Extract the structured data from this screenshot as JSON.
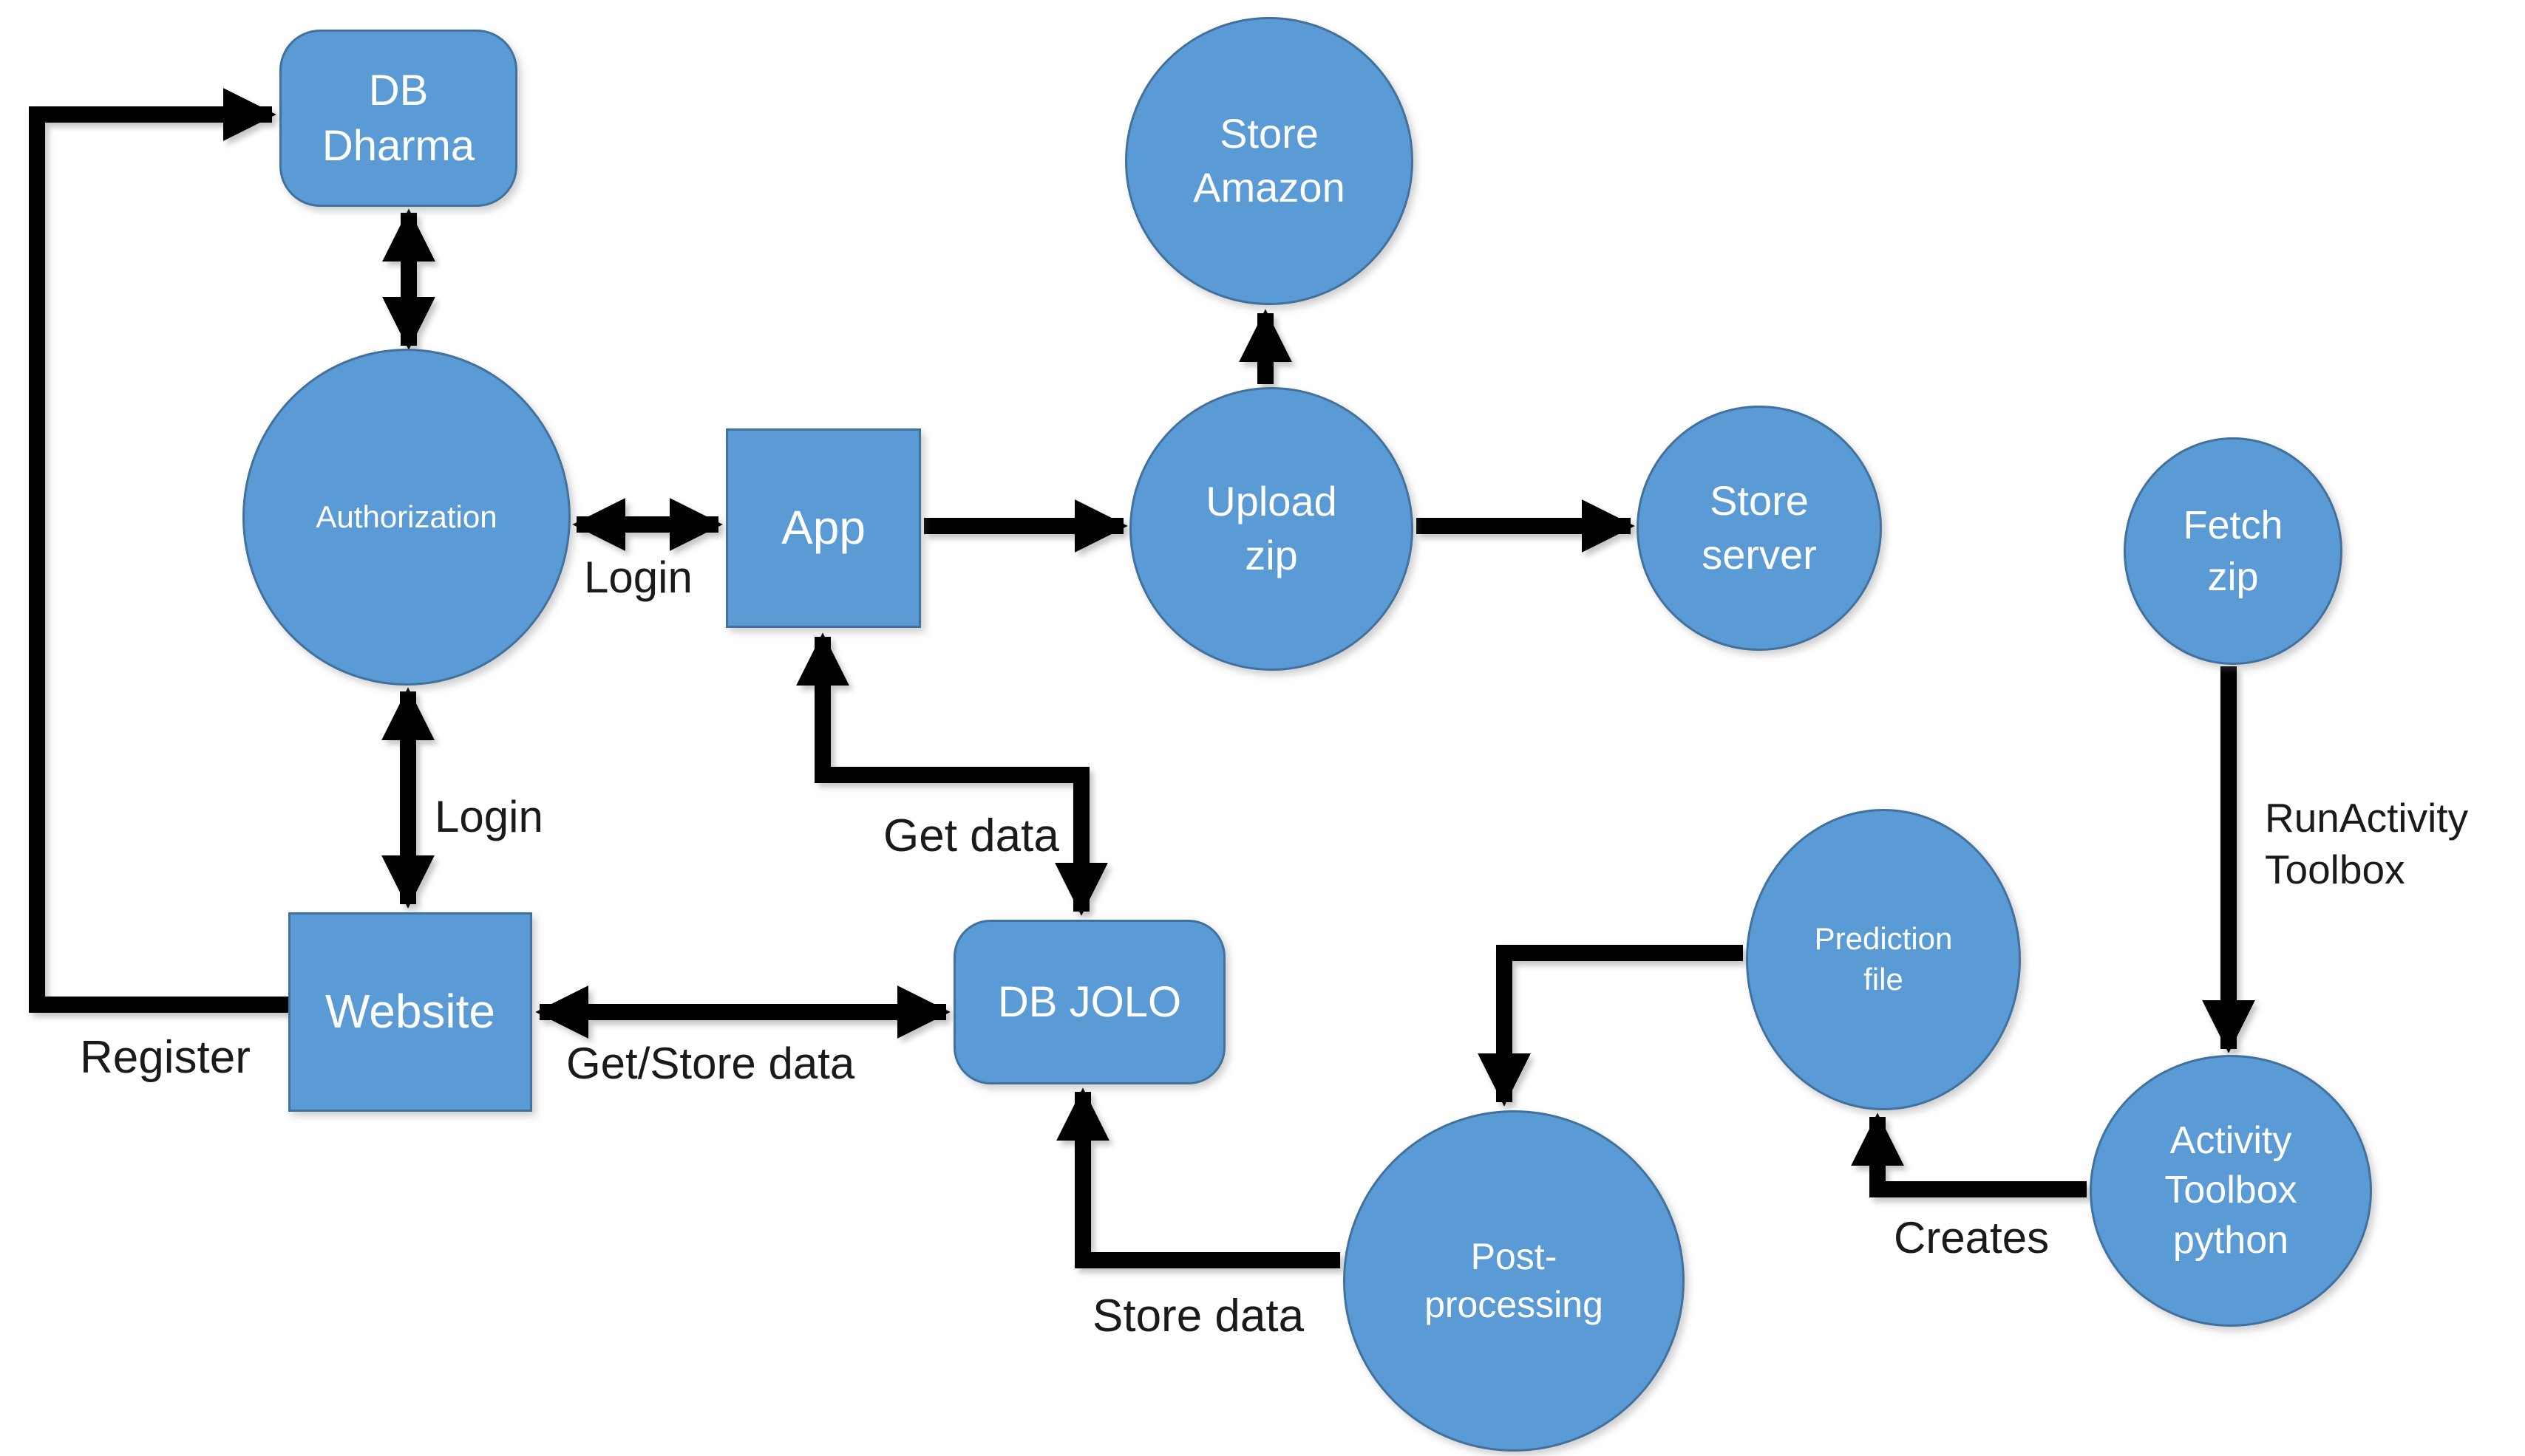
{
  "diagram": {
    "type": "flowchart",
    "background_color": "#ffffff",
    "node_fill_color": "#5b9bd5",
    "node_border_color": "#41719c",
    "node_text_color": "#ffffff",
    "arrow_color": "#000000",
    "label_text_color": "#1a1a1a",
    "nodes": {
      "db_dharma": {
        "label": "DB\nDharma",
        "shape": "rounded-rect"
      },
      "authorization": {
        "label": "Authorization",
        "shape": "circle"
      },
      "app": {
        "label": "App",
        "shape": "square"
      },
      "store_amazon": {
        "label": "Store\nAmazon",
        "shape": "circle"
      },
      "upload_zip": {
        "label": "Upload\nzip",
        "shape": "circle"
      },
      "store_server": {
        "label": "Store\nserver",
        "shape": "circle"
      },
      "fetch_zip": {
        "label": "Fetch\nzip",
        "shape": "circle"
      },
      "website": {
        "label": "Website",
        "shape": "square"
      },
      "db_jolo": {
        "label": "DB JOLO",
        "shape": "rounded-rect"
      },
      "prediction_file": {
        "label": "Prediction\nfile",
        "shape": "circle"
      },
      "post_processing": {
        "label": "Post-\nprocessing",
        "shape": "circle"
      },
      "activity_toolbox": {
        "label": "Activity\nToolbox\npython",
        "shape": "circle"
      }
    },
    "edge_labels": {
      "login_app": "Login",
      "login_website": "Login",
      "register": "Register",
      "get_store_data": "Get/Store data",
      "get_data": "Get data",
      "store_data": "Store data",
      "creates": "Creates",
      "run_activity_toolbox": "RunActivity\nToolbox"
    },
    "edges": [
      {
        "from": "authorization",
        "to": "db_dharma",
        "label": "",
        "direction": "both"
      },
      {
        "from": "authorization",
        "to": "app",
        "label": "Login",
        "direction": "both"
      },
      {
        "from": "authorization",
        "to": "website",
        "label": "Login",
        "direction": "both"
      },
      {
        "from": "website",
        "to": "db_dharma",
        "label": "Register",
        "direction": "forward",
        "style": "elbow"
      },
      {
        "from": "website",
        "to": "db_jolo",
        "label": "Get/Store data",
        "direction": "both"
      },
      {
        "from": "app",
        "to": "db_jolo",
        "label": "Get data",
        "direction": "both",
        "style": "elbow"
      },
      {
        "from": "app",
        "to": "upload_zip",
        "label": "",
        "direction": "forward"
      },
      {
        "from": "upload_zip",
        "to": "store_amazon",
        "label": "",
        "direction": "forward"
      },
      {
        "from": "upload_zip",
        "to": "store_server",
        "label": "",
        "direction": "forward"
      },
      {
        "from": "fetch_zip",
        "to": "activity_toolbox",
        "label": "RunActivity Toolbox",
        "direction": "forward"
      },
      {
        "from": "activity_toolbox",
        "to": "prediction_file",
        "label": "Creates",
        "direction": "forward",
        "style": "elbow"
      },
      {
        "from": "prediction_file",
        "to": "post_processing",
        "label": "",
        "direction": "forward",
        "style": "elbow"
      },
      {
        "from": "post_processing",
        "to": "db_jolo",
        "label": "Store data",
        "direction": "forward",
        "style": "elbow"
      }
    ]
  }
}
